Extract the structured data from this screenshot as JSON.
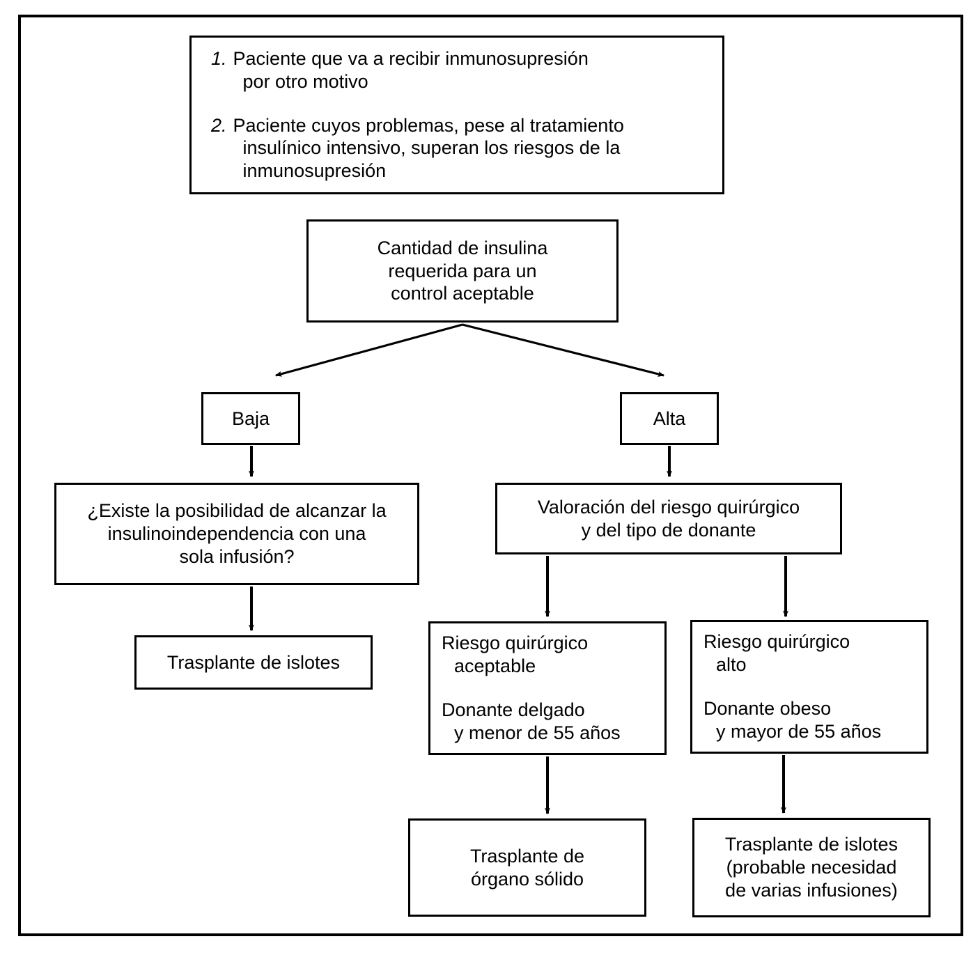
{
  "diagram": {
    "title_present": false,
    "line_color": "#000000",
    "background": "#ffffff",
    "nodes": {
      "criteria": {
        "items": [
          {
            "num": "1.",
            "line1": "Paciente que va a recibir inmunosupresión",
            "line2": "por otro motivo"
          },
          {
            "num": "2.",
            "line1": "Paciente cuyos problemas, pese al tratamiento",
            "line2": "insulínico intensivo, superan los riesgos de la",
            "line3": "inmunosupresión"
          }
        ]
      },
      "insulin_amount": {
        "line1": "Cantidad de insulina",
        "line2": "requerida para un",
        "line3": "control aceptable"
      },
      "baja": {
        "label": "Baja"
      },
      "alta": {
        "label": "Alta"
      },
      "question": {
        "line1": "¿Existe la posibilidad de alcanzar la",
        "line2": "insulinoindependencia con una",
        "line3": "sola infusión?"
      },
      "valoracion": {
        "line1": "Valoración del riesgo quirúrgico",
        "line2": "y del tipo de donante"
      },
      "islotes": {
        "label": "Trasplante de islotes"
      },
      "risk_acceptable": {
        "line1": "Riesgo quirúrgico",
        "line2": "aceptable",
        "line3": "Donante delgado",
        "line4": "y menor de 55 años"
      },
      "risk_high": {
        "line1": "Riesgo quirúrgico",
        "line2": "alto",
        "line3": "Donante obeso",
        "line4": "y mayor de 55 años"
      },
      "solid_organ": {
        "line1": "Trasplante de",
        "line2": "órgano sólido"
      },
      "islotes_multi": {
        "line1": "Trasplante de islotes",
        "line2": "(probable necesidad",
        "line3": "de varias infusiones)"
      }
    },
    "edges": [
      {
        "from": "insulin_amount",
        "to": "baja",
        "style": "diagonal-arrow"
      },
      {
        "from": "insulin_amount",
        "to": "alta",
        "style": "diagonal-arrow"
      },
      {
        "from": "baja",
        "to": "question",
        "style": "vertical-arrow"
      },
      {
        "from": "alta",
        "to": "valoracion",
        "style": "vertical-arrow"
      },
      {
        "from": "question",
        "to": "islotes",
        "style": "vertical-arrow"
      },
      {
        "from": "valoracion",
        "to": "risk_acceptable",
        "style": "vertical-arrow"
      },
      {
        "from": "valoracion",
        "to": "risk_high",
        "style": "vertical-arrow"
      },
      {
        "from": "risk_acceptable",
        "to": "solid_organ",
        "style": "vertical-arrow"
      },
      {
        "from": "risk_high",
        "to": "islotes_multi",
        "style": "vertical-arrow"
      }
    ]
  }
}
